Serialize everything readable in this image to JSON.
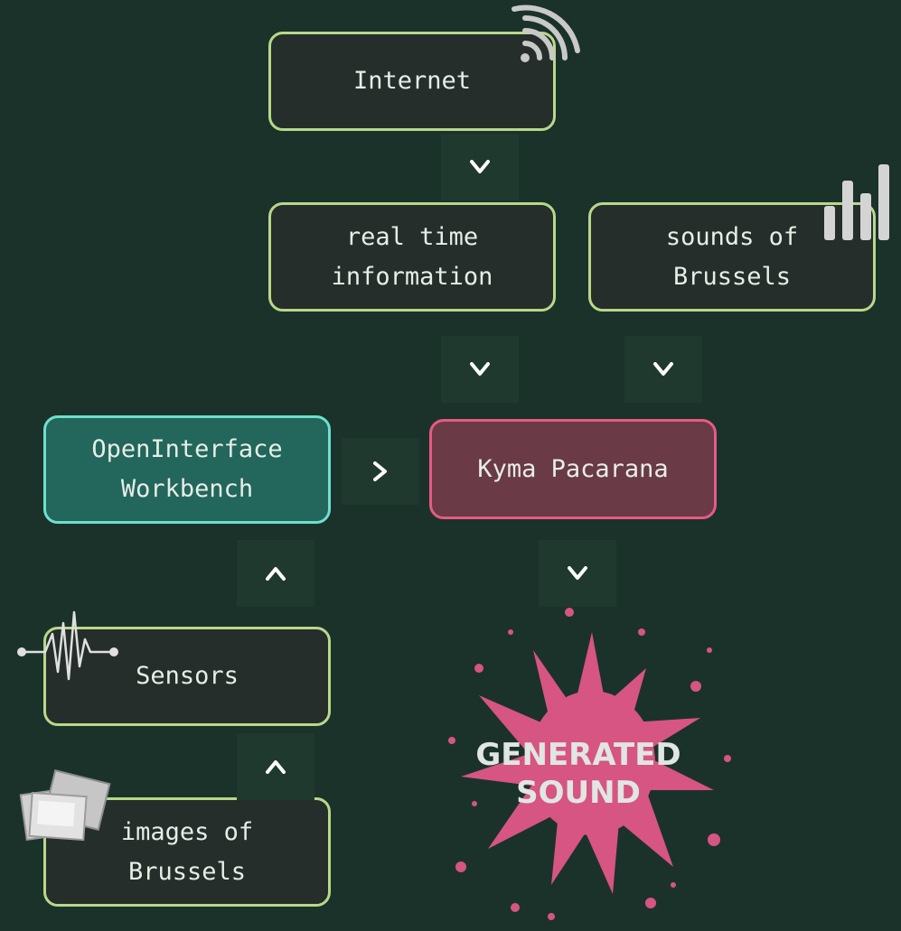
{
  "nodes": {
    "internet": "Internet",
    "real_time": "real time\ninformation",
    "sounds": "sounds of\nBrussels",
    "openinterface": "OpenInterface\nWorkbench",
    "kyma": "Kyma Pacarana",
    "sensors": "Sensors",
    "images": "images of\nBrussels"
  },
  "output": {
    "label": "GENERATED\nSOUND"
  },
  "icons": {
    "internet": "wifi-icon",
    "sounds": "signal-bars-icon",
    "sensors": "waveform-icon",
    "images": "photos-icon",
    "output": "paint-splash"
  },
  "colors": {
    "background": "#1b322b",
    "node_border": "#b8d88a",
    "node_fill": "#252e2a",
    "openinterface_fill": "#22665c",
    "openinterface_border": "#6ee0cc",
    "kyma_fill": "#6a3a46",
    "kyma_border": "#e85a86",
    "splash": "#d65582"
  }
}
